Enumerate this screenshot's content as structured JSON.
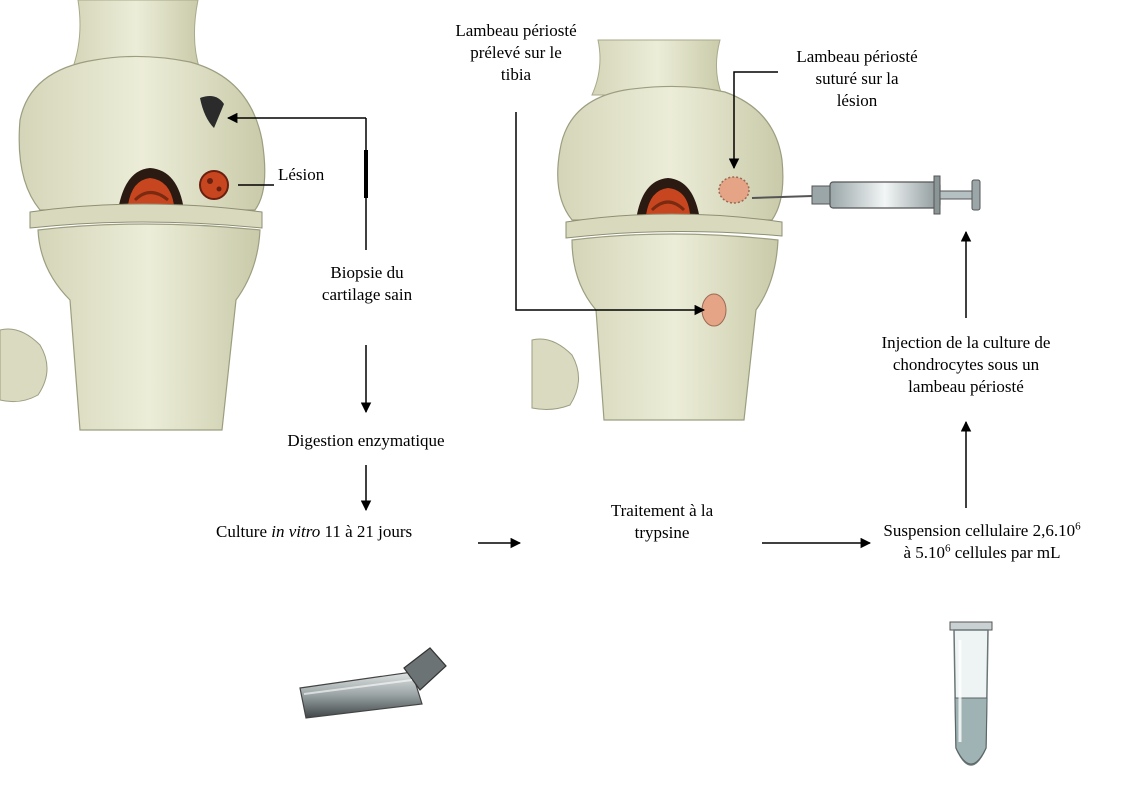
{
  "labels": {
    "lesion": "Lésion",
    "biopsy_line1": "Biopsie du",
    "biopsy_line2": "cartilage sain",
    "digestion": "Digestion enzymatique",
    "culture_prefix": "Culture ",
    "culture_italic": "in vitro",
    "culture_suffix": " 11 à 21 jours",
    "trypsin_line1": "Traitement à la",
    "trypsin_line2": "trypsine",
    "suspension_line1_prefix": "Suspension cellulaire 2,6.10",
    "suspension_line1_exp": "6",
    "suspension_line2_prefix": "à 5.10",
    "suspension_line2_exp": "6",
    "suspension_line2_suffix": " cellules par mL",
    "injection_line1": "Injection de la culture de",
    "injection_line2": "chondrocytes sous un",
    "injection_line3": "lambeau périosté",
    "flap_harvest_line1": "Lambeau périosté",
    "flap_harvest_line2": "prélevé sur le",
    "flap_harvest_line3": "tibia",
    "flap_sutured_line1": "Lambeau périosté",
    "flap_sutured_line2": "suturé sur la",
    "flap_sutured_line3": "lésion"
  },
  "colors": {
    "bone": "#e6e6cf",
    "bone_shade": "#b9ba9c",
    "cartilage_red": "#c8461f",
    "flap_pink": "#e6a487",
    "line": "#000000"
  }
}
